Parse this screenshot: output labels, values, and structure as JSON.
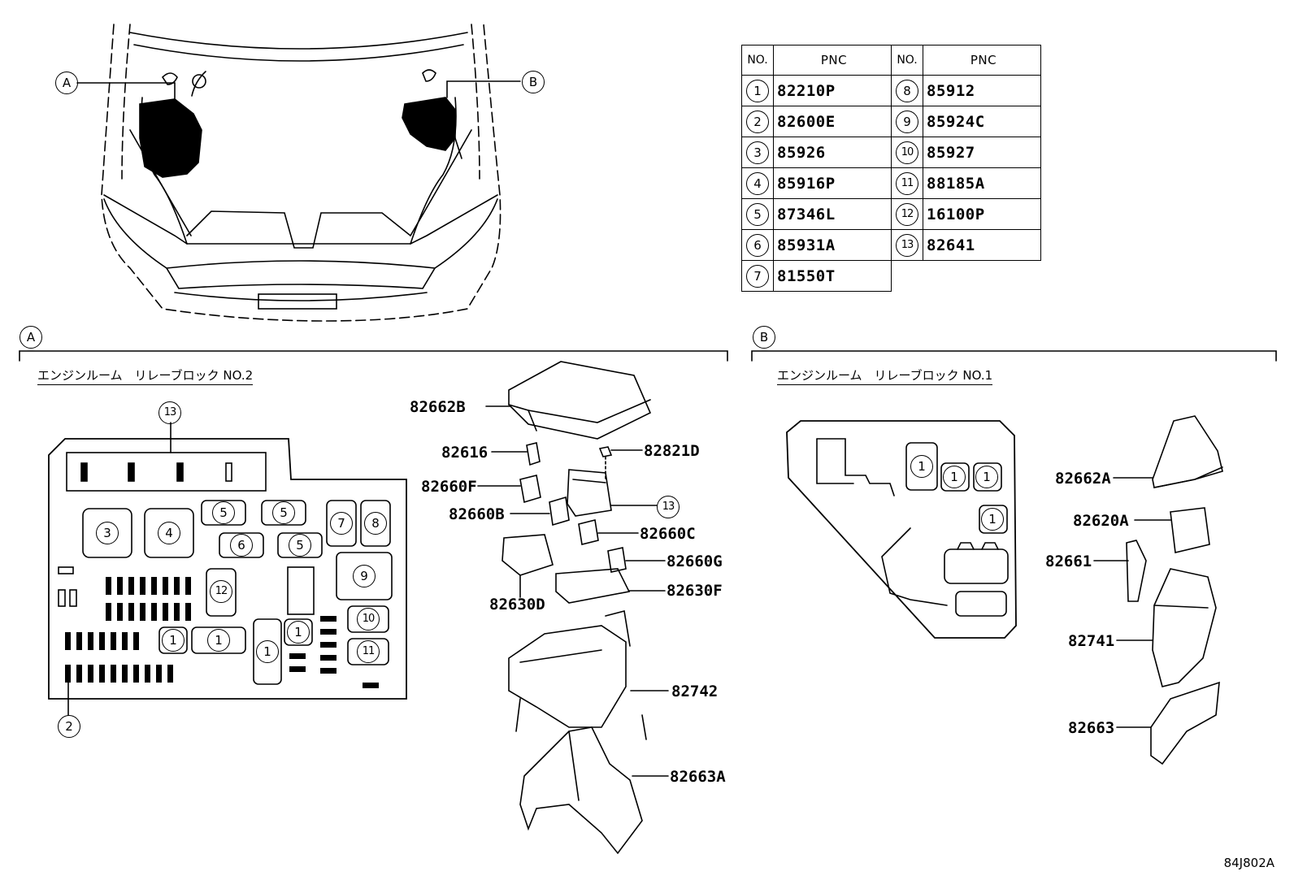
{
  "table": {
    "header": {
      "no": "NO.",
      "pnc": "PNC"
    },
    "rows_left": [
      {
        "no": "1",
        "pnc": "82210P"
      },
      {
        "no": "2",
        "pnc": "82600E"
      },
      {
        "no": "3",
        "pnc": "85926"
      },
      {
        "no": "4",
        "pnc": "85916P"
      },
      {
        "no": "5",
        "pnc": "87346L"
      },
      {
        "no": "6",
        "pnc": "85931A"
      },
      {
        "no": "7",
        "pnc": "81550T"
      }
    ],
    "rows_right": [
      {
        "no": "8",
        "pnc": "85912"
      },
      {
        "no": "9",
        "pnc": "85924C"
      },
      {
        "no": "10",
        "pnc": "85927"
      },
      {
        "no": "11",
        "pnc": "88185A"
      },
      {
        "no": "12",
        "pnc": "16100P"
      },
      {
        "no": "13",
        "pnc": "82641"
      }
    ]
  },
  "callouts": {
    "a": "A",
    "b": "B"
  },
  "section_a": {
    "title": "エンジンルーム　リレーブロック NO.2",
    "parts": {
      "p82662B": "82662B",
      "p82616": "82616",
      "p82821D": "82821D",
      "p82660F": "82660F",
      "p82660B": "82660B",
      "p82660C": "82660C",
      "p82660G": "82660G",
      "p82630D": "82630D",
      "p82630F": "82630F",
      "p82742": "82742",
      "p82663A": "82663A"
    },
    "marks": {
      "n13": "13",
      "n2": "2",
      "n3": "3",
      "n4": "4",
      "n5": "5",
      "n6": "6",
      "n7": "7",
      "n8": "8",
      "n9": "9",
      "n10": "10",
      "n11": "11",
      "n12": "12",
      "n1": "1",
      "n13b": "13"
    }
  },
  "section_b": {
    "title": "エンジンルーム　リレーブロック NO.1",
    "parts": {
      "p82662A": "82662A",
      "p82620A": "82620A",
      "p82661": "82661",
      "p82741": "82741",
      "p82663": "82663"
    },
    "marks": {
      "n1": "1"
    }
  },
  "figure_code": "84J802A"
}
